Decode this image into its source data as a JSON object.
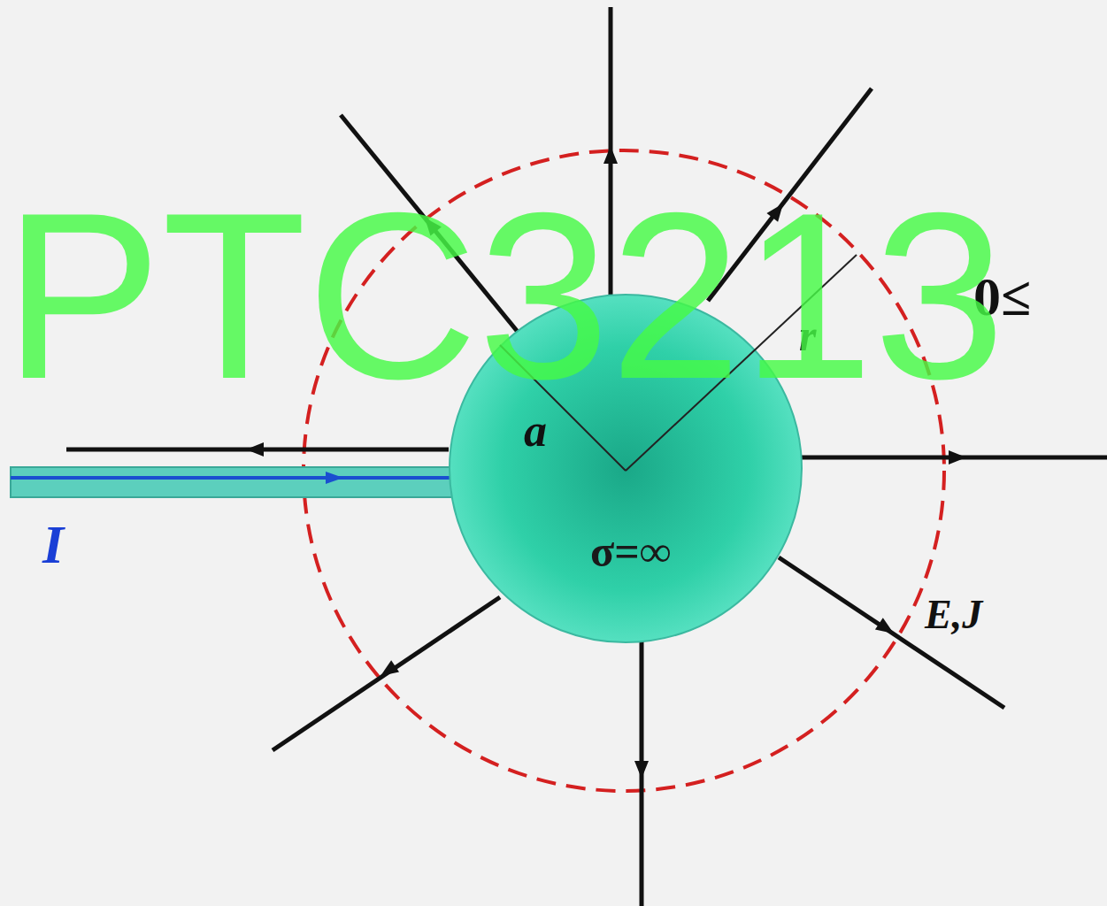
{
  "diagram": {
    "nodes": [
      {
        "text": [
          "a",
          "σ=∞"
        ]
      }
    ],
    "labels": [
      "I",
      "r",
      "E,J",
      "0≤",
      "PTC3213"
    ]
  }
}
